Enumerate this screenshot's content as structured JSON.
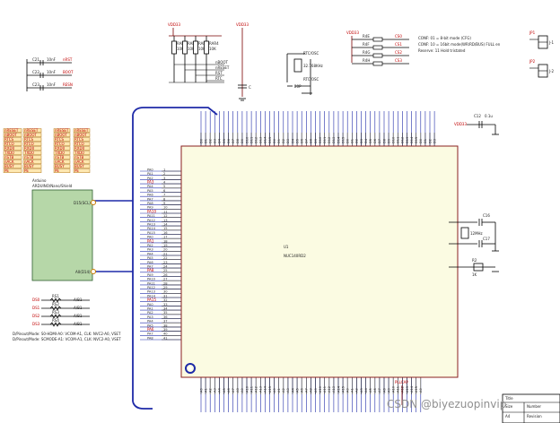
{
  "power": {
    "vdd_left": "VDD33",
    "vdd_center": "VDD33",
    "vdd_right": "VDD33",
    "vdd_top_right": "VDD33"
  },
  "crystal": {
    "ref": "RTC/OSC",
    "freq": "32.768KHz",
    "cap_c": "C",
    "cap_val": "20P"
  },
  "resistor_bank": {
    "refs": [
      "RAR1",
      "RAR2",
      "RAR3",
      "RAR4"
    ],
    "values": [
      "10K",
      "10K",
      "10K",
      "10K"
    ],
    "nets": [
      "nBOOT",
      "nRESET",
      "RST",
      "RTC"
    ]
  },
  "left_caps": [
    {
      "ref": "C21",
      "val": "10nF",
      "net": "nRST"
    },
    {
      "ref": "C22",
      "val": "10nF",
      "net": "BOOT"
    },
    {
      "ref": "C23",
      "val": "10nF",
      "net": "RESN"
    }
  ],
  "jumpers_top_right": [
    {
      "ref": "JP1",
      "label": "J-1"
    },
    {
      "ref": "JP2",
      "label": "J-2"
    }
  ],
  "note_top_right": [
    "CONF: 01 = 8-bit mode (CFG)",
    "CONF: 10 = 16bit mode(WR/RD/BUS) FULL en",
    "Reserve: 11 Hold tristated"
  ],
  "note_resistors_right": [
    "R4E",
    "R4F",
    "R4G",
    "R4H"
  ],
  "module": {
    "title": "Arduino",
    "subtitle": "ARDUINO/Nano/Shield",
    "pin_top": "D15(SCL)",
    "pin_bottom": "A0(D14)"
  },
  "chip": {
    "ref": "U1",
    "part": "NUC140RD2"
  },
  "left_label_block": [
    "nRESET",
    "nBOOT",
    "RTCS",
    "RTCO",
    "RXD0",
    "TXD0",
    "nSTB",
    "nACK",
    "BUSY",
    "PE"
  ],
  "bottom_left_note": [
    "D/Pinout/Mode: S0-HDMI-A0: VCOM-A1, CLK: NVC2-A0, VSET",
    "D/Pinout/Mode: SCMODE-A1: VCOM-A1, CLK: NVC2-A0, VSET"
  ],
  "bottom_left_resistors": [
    {
      "net": "DS0",
      "ref": "RS1",
      "pin": "A/B1"
    },
    {
      "net": "DS1",
      "ref": "RS2",
      "pin": "A/B1"
    },
    {
      "net": "DS2",
      "ref": "RS3",
      "pin": "A/B1"
    },
    {
      "net": "DS3",
      "ref": "RS4",
      "pin": "A/B1"
    }
  ],
  "right_cap": {
    "ref": "C12",
    "val": "0.1u"
  },
  "right_res": {
    "ref": "R2",
    "val": "1K"
  },
  "right_xtal": {
    "ref": "Y1",
    "freq": "12MHz",
    "c1": "C16",
    "c2": "C17"
  },
  "bottom_power": "PLLCAP",
  "title_block": {
    "line1": "Title",
    "line2": "Size",
    "line3": "A4",
    "line4": "Number",
    "line5": "Revision"
  },
  "watermark": "CSDN @biyezuopinvip"
}
